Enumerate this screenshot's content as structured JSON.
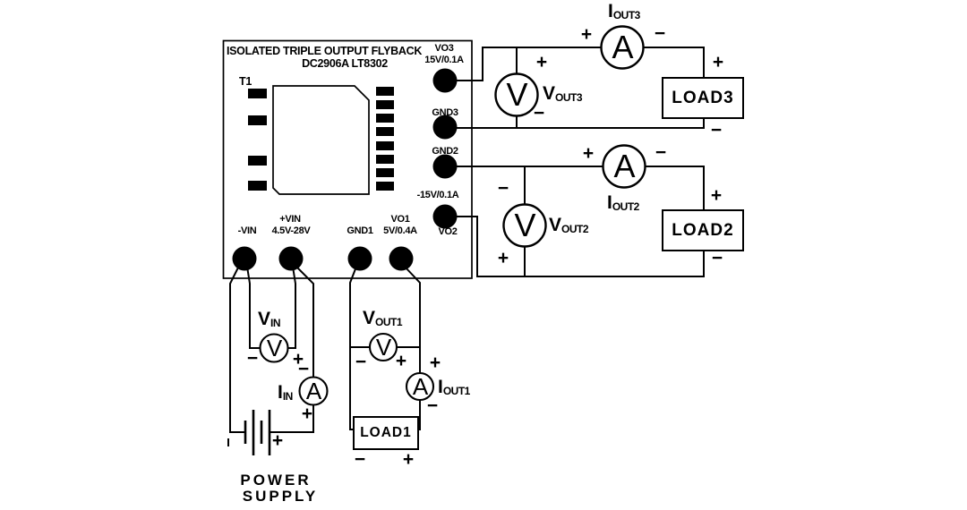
{
  "board": {
    "title1": "ISOLATED TRIPLE OUTPUT FLYBACK",
    "title2": "DC2906A  LT8302",
    "t1": "T1",
    "vo3": "VO3",
    "vo3_rating": "15V/0.1A",
    "gnd3": "GND3",
    "gnd2": "GND2",
    "vo2_rating": "-15V/0.1A",
    "vo2": "VO2",
    "neg_vin": "-VIN",
    "pos_vin": "+VIN",
    "vin_range": "4.5V-28V",
    "gnd1": "GND1",
    "vo1": "VO1",
    "vo1_rating": "5V/0.4A"
  },
  "meters": {
    "voltmeter_symbol": "V",
    "ammeter_symbol": "A",
    "vin": {
      "base": "V",
      "sub": "IN"
    },
    "iin": {
      "base": "I",
      "sub": "IN"
    },
    "vout1": {
      "base": "V",
      "sub": "OUT1"
    },
    "iout1": {
      "base": "I",
      "sub": "OUT1"
    },
    "vout2": {
      "base": "V",
      "sub": "OUT2"
    },
    "iout2": {
      "base": "I",
      "sub": "OUT2"
    },
    "vout3": {
      "base": "V",
      "sub": "OUT3"
    },
    "iout3": {
      "base": "I",
      "sub": "OUT3"
    }
  },
  "loads": {
    "load1": "LOAD1",
    "load2": "LOAD2",
    "load3": "LOAD3"
  },
  "power_supply": {
    "line1": "POWER",
    "line2": "SUPPLY"
  },
  "signs": {
    "plus": "+",
    "minus": "−"
  },
  "colors": {
    "ink": "#000000",
    "background": "#ffffff"
  }
}
